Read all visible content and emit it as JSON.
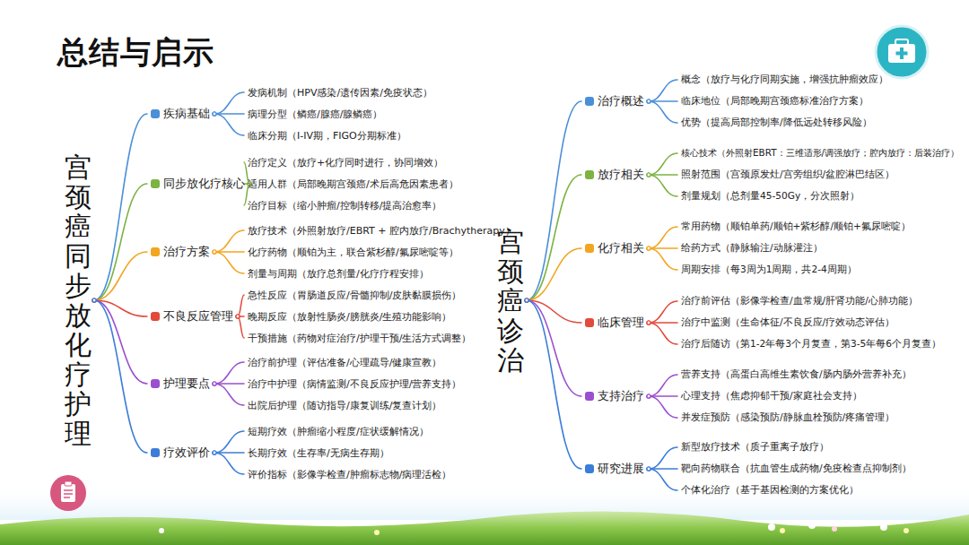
{
  "diagram": {
    "title": "总结与启示",
    "nodes": [
      {
        "text": [
          "宫颈癌同步放化疗护理"
        ]
      },
      {
        "text": [
          "疾病基础"
        ]
      },
      {
        "text": [
          "发病机制（HPV感染/遗传因素/免疫状态）"
        ]
      },
      {
        "text": [
          "病理分型（鳞癌/腺癌/腺鳞癌）"
        ]
      },
      {
        "text": [
          "临床分期（I-IV期，FIGO分期标准）"
        ]
      },
      {
        "text": [
          "同步放化疗核心"
        ]
      },
      {
        "text": [
          "治疗定义（放疗+化疗同时进行，协同增效）"
        ]
      },
      {
        "text": [
          "适用人群（局部晚期宫颈癌/术后高危因素患者）"
        ]
      },
      {
        "text": [
          "治疗目标（缩小肿瘤/控制转移/提高治愈率）"
        ]
      },
      {
        "text": [
          "治疗方案"
        ]
      },
      {
        "text": [
          "放疗技术（外照射放疗/EBRT + 腔内放疗/Brachytherapy）"
        ]
      },
      {
        "text": [
          "化疗药物（顺铂为主，联合紫杉醇/氟尿嘧啶等）"
        ]
      },
      {
        "text": [
          "剂量与周期（放疗总剂量/化疗疗程安排）"
        ]
      },
      {
        "text": [
          "不良反应管理"
        ]
      },
      {
        "text": [
          "急性反应（胃肠道反应/骨髓抑制/皮肤黏膜损伤）"
        ]
      },
      {
        "text": [
          "晚期反应（放射性肠炎/膀胱炎/生殖功能影响）"
        ]
      },
      {
        "text": [
          "干预措施（药物对症治疗/护理干预/生活方式调整）"
        ]
      },
      {
        "text": [
          "护理要点"
        ]
      },
      {
        "text": [
          "治疗前护理（评估准备/心理疏导/健康宣教）"
        ]
      },
      {
        "text": [
          "治疗中护理（病情监测/不良反应护理/营养支持）"
        ]
      },
      {
        "text": [
          "出院后护理（随访指导/康复训练/复查计划）"
        ]
      },
      {
        "text": [
          "疗效评价"
        ]
      },
      {
        "text": [
          "短期疗效（肿瘤缩小程度/症状缓解情况）"
        ]
      },
      {
        "text": [
          "长期疗效（生存率/无病生存期）"
        ]
      },
      {
        "text": [
          "评价指标（影像学检查/肿瘤标志物/病理活检）"
        ]
      },
      {
        "text": [
          "宫颈癌诊治"
        ]
      },
      {
        "text": [
          "治疗概述"
        ]
      },
      {
        "text": [
          "概念（放疗与化疗同期实施，增强抗肿瘤效应）"
        ]
      },
      {
        "text": [
          "临床地位（局部晚期宫颈癌标准治疗方案）"
        ]
      },
      {
        "text": [
          "优势（提高局部控制率/降低远处转移风险）"
        ]
      },
      {
        "text": [
          "放疗相关"
        ]
      },
      {
        "text": [
          "核心技术（外照射EBRT：三维适形/调强放疗；腔内放疗：后装治疗）"
        ]
      },
      {
        "text": [
          "照射范围（宫颈原发灶/宫旁组织/盆腔淋巴结区）"
        ]
      },
      {
        "text": [
          "剂量规划（总剂量45-50Gy，分次照射）"
        ]
      },
      {
        "text": [
          "化疗相关"
        ]
      },
      {
        "text": [
          "常用药物（顺铂单药/顺铂+紫杉醇/顺铂+氟尿嘧啶）"
        ]
      },
      {
        "text": [
          "给药方式（静脉输注/动脉灌注）"
        ]
      },
      {
        "text": [
          "周期安排（每3周为1周期，共2-4周期）"
        ]
      },
      {
        "text": [
          "临床管理"
        ]
      },
      {
        "text": [
          "治疗前评估（影像学检查/血常规/肝肾功能/心肺功能）"
        ]
      },
      {
        "text": [
          "治疗中监测（生命体征/不良反应/疗效动态评估）"
        ]
      },
      {
        "text": [
          "治疗后随访（第1-2年每3个月复查，第3-5年每6个月复查）"
        ]
      },
      {
        "text": [
          "支持治疗"
        ]
      },
      {
        "text": [
          "营养支持（高蛋白高维生素饮食/肠内肠外营养补充）"
        ]
      },
      {
        "text": [
          "心理支持（焦虑抑郁干预/家庭社会支持）"
        ]
      },
      {
        "text": [
          "并发症预防（感染预防/静脉血栓预防/疼痛管理）"
        ]
      },
      {
        "text": [
          "研究进展"
        ]
      },
      {
        "text": [
          "新型放疗技术（质子重离子放疗）"
        ]
      },
      {
        "text": [
          "靶向药物联合（抗血管生成药物/免疫检查点抑制剂）"
        ]
      },
      {
        "text": [
          "个体化治疗（基于基因检测的方案优化）"
        ]
      }
    ],
    "edges": [
      {
        "from": 0,
        "to": 1,
        "arrow": "none"
      },
      {
        "from": 1,
        "to": 2,
        "arrow": "none"
      },
      {
        "from": 1,
        "to": 3,
        "arrow": "none"
      },
      {
        "from": 1,
        "to": 4,
        "arrow": "none"
      },
      {
        "from": 0,
        "to": 5,
        "arrow": "none"
      },
      {
        "from": 5,
        "to": 6,
        "arrow": "none"
      },
      {
        "from": 5,
        "to": 7,
        "arrow": "none"
      },
      {
        "from": 5,
        "to": 8,
        "arrow": "none"
      },
      {
        "from": 0,
        "to": 9,
        "arrow": "none"
      },
      {
        "from": 9,
        "to": 10,
        "arrow": "none"
      },
      {
        "from": 9,
        "to": 11,
        "arrow": "none"
      },
      {
        "from": 9,
        "to": 12,
        "arrow": "none"
      },
      {
        "from": 0,
        "to": 13,
        "arrow": "none"
      },
      {
        "from": 13,
        "to": 14,
        "arrow": "none"
      },
      {
        "from": 13,
        "to": 15,
        "arrow": "none"
      },
      {
        "from": 13,
        "to": 16,
        "arrow": "none"
      },
      {
        "from": 0,
        "to": 17,
        "arrow": "none"
      },
      {
        "from": 17,
        "to": 18,
        "arrow": "none"
      },
      {
        "from": 17,
        "to": 19,
        "arrow": "none"
      },
      {
        "from": 17,
        "to": 20,
        "arrow": "none"
      },
      {
        "from": 0,
        "to": 21,
        "arrow": "none"
      },
      {
        "from": 21,
        "to": 22,
        "arrow": "none"
      },
      {
        "from": 21,
        "to": 23,
        "arrow": "none"
      },
      {
        "from": 21,
        "to": 24,
        "arrow": "none"
      },
      {
        "from": 25,
        "to": 26,
        "arrow": "none"
      },
      {
        "from": 26,
        "to": 27,
        "arrow": "none"
      },
      {
        "from": 26,
        "to": 28,
        "arrow": "none"
      },
      {
        "from": 26,
        "to": 29,
        "arrow": "none"
      },
      {
        "from": 25,
        "to": 30,
        "arrow": "none"
      },
      {
        "from": 30,
        "to": 31,
        "arrow": "none"
      },
      {
        "from": 30,
        "to": 32,
        "arrow": "none"
      },
      {
        "from": 30,
        "to": 33,
        "arrow": "none"
      },
      {
        "from": 25,
        "to": 34,
        "arrow": "none"
      },
      {
        "from": 34,
        "to": 35,
        "arrow": "none"
      },
      {
        "from": 34,
        "to": 36,
        "arrow": "none"
      },
      {
        "from": 34,
        "to": 37,
        "arrow": "none"
      },
      {
        "from": 25,
        "to": 38,
        "arrow": "none"
      },
      {
        "from": 38,
        "to": 39,
        "arrow": "none"
      },
      {
        "from": 38,
        "to": 40,
        "arrow": "none"
      },
      {
        "from": 38,
        "to": 41,
        "arrow": "none"
      },
      {
        "from": 25,
        "to": 42,
        "arrow": "none"
      },
      {
        "from": 42,
        "to": 43,
        "arrow": "none"
      },
      {
        "from": 42,
        "to": 44,
        "arrow": "none"
      },
      {
        "from": 42,
        "to": 45,
        "arrow": "none"
      },
      {
        "from": 25,
        "to": 46,
        "arrow": "none"
      },
      {
        "from": 46,
        "to": 47,
        "arrow": "none"
      },
      {
        "from": 46,
        "to": 48,
        "arrow": "none"
      },
      {
        "from": 46,
        "to": 49,
        "arrow": "none"
      }
    ]
  }
}
